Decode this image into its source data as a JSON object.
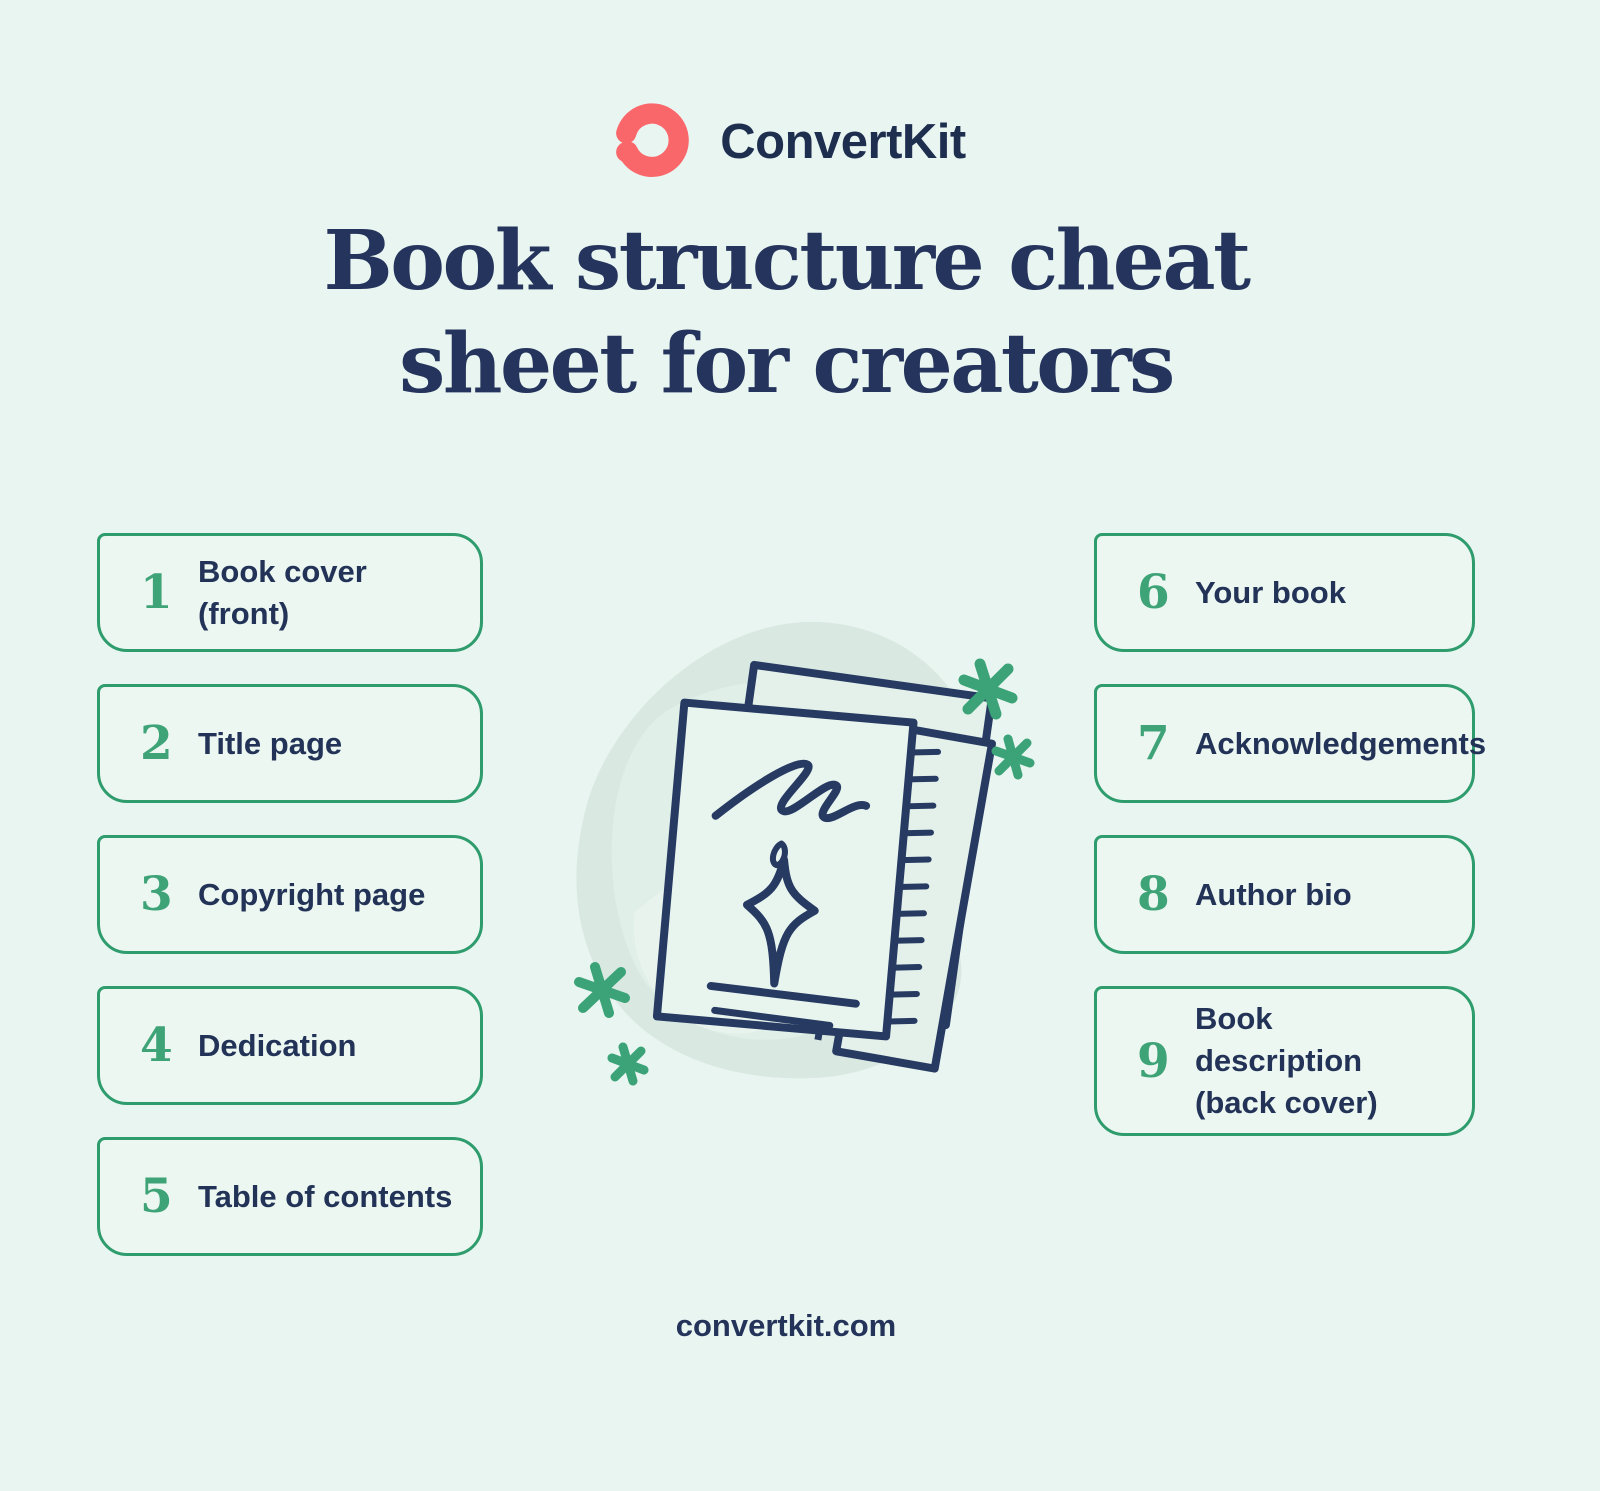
{
  "brand": {
    "wordmark": "ConvertKit",
    "logo_icon": "convertkit-swirl-icon",
    "logo_color": "#f9676b",
    "wordmark_color": "#1d2e4f"
  },
  "title": {
    "line1": "Book structure cheat",
    "line2": "sheet for creators"
  },
  "items_left": [
    {
      "number": "1",
      "label": "Book cover (front)"
    },
    {
      "number": "2",
      "label": "Title page"
    },
    {
      "number": "3",
      "label": "Copyright page"
    },
    {
      "number": "4",
      "label": "Dedication"
    },
    {
      "number": "5",
      "label": "Table of contents"
    }
  ],
  "items_right": [
    {
      "number": "6",
      "label": "Your book"
    },
    {
      "number": "7",
      "label": "Acknowledgements"
    },
    {
      "number": "8",
      "label": "Author bio"
    },
    {
      "number": "9",
      "label": "Book description (back cover)"
    }
  ],
  "footer": {
    "url": "convertkit.com"
  },
  "illustration": {
    "description": "hand-drawn stack of paper sheets with tabbed dividers, scribble, sparkle and green asterisk stars",
    "icons": [
      "paper-stack-icon",
      "sparkle-asterisk-icon"
    ]
  },
  "colors": {
    "background": "#e9f5f1",
    "box_fill": "#ecf7f1",
    "box_border_green": "#2e9c6d",
    "number_green": "#3fa378",
    "star_green": "#3ba377",
    "navy_text": "#223357",
    "title_navy": "#25345c",
    "illustration_navy": "#273a62",
    "brand_coral": "#f9676b",
    "watercolor_blob": "#d9e9e2"
  }
}
